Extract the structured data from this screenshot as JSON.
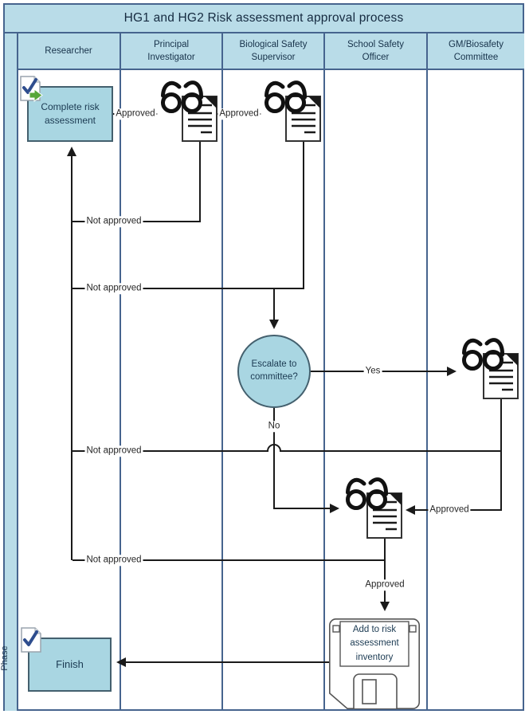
{
  "title": "HG1 and HG2 Risk assessment approval process",
  "phase": "Phase",
  "lanes": [
    "Researcher",
    "Principal Investigator",
    "Biological Safety Supervisor",
    "School Safety Officer",
    "GM/Biosafety Committee"
  ],
  "nodes": {
    "start": "Complete risk assessment",
    "decision": "Escalate to committee?",
    "inventory": "Add to risk assessment inventory",
    "finish": "Finish"
  },
  "labels": {
    "start_to_pi": "Approved",
    "pi_to_bss": "Approved",
    "pi_return": "Not approved",
    "bss_return": "Not approved",
    "committee_return": "Not approved",
    "sso_return": "Not approved",
    "decision_yes": "Yes",
    "decision_no": "No",
    "committee_to_sso": "Approved",
    "sso_to_inventory": "Approved"
  },
  "icons": {
    "review": "review-document-icon",
    "start": "task-check-arrow-icon",
    "finish": "task-check-icon",
    "inventory": "floppy-disk-icon"
  },
  "colors": {
    "band_fill": "#b9dce8",
    "node_fill": "#a9d6e2",
    "frame_line": "#46648e",
    "node_border": "#44606e",
    "connector": "#1a1a1a"
  }
}
